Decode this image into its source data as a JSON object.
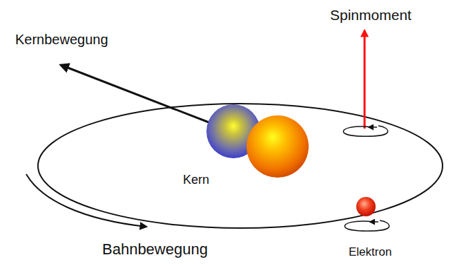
{
  "diagram": {
    "labels": [
      "Spinmoment",
      "Kernbewegung",
      "Kern",
      "Bahnbewegung",
      "Elektron"
    ]
  }
}
